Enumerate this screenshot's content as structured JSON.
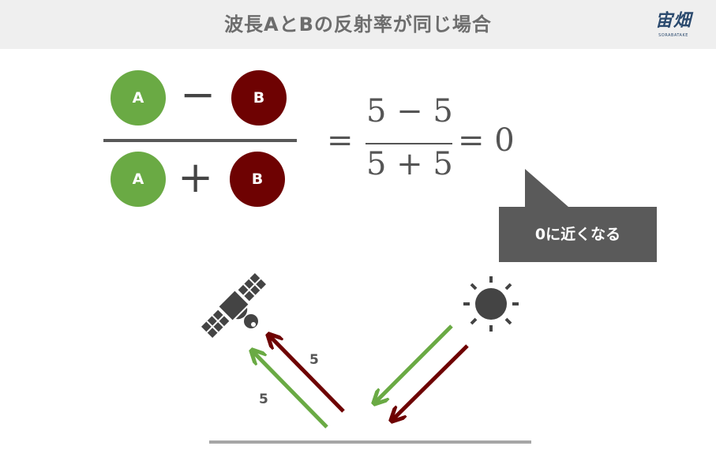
{
  "header": {
    "title": "波長AとBの反射率が同じ場合"
  },
  "logo": {
    "main": "宙畑",
    "sub": "SORABATAKE"
  },
  "formula": {
    "numerator": {
      "left": "A",
      "operator": "−",
      "right": "B"
    },
    "denominator": {
      "left": "A",
      "operator": "+",
      "right": "B"
    },
    "equals": "=",
    "value_numerator": "5 − 5",
    "value_denominator": "5 + 5",
    "result": "= 0"
  },
  "callout": {
    "text": "0に近くなる"
  },
  "reflection": {
    "label_red": "5",
    "label_green": "5"
  },
  "colors": {
    "green": "#6aaa44",
    "red": "#6e0202",
    "dark": "#5a5a5a",
    "ground": "#a6a6a6"
  },
  "icons": [
    "satellite-icon",
    "sun-icon"
  ]
}
